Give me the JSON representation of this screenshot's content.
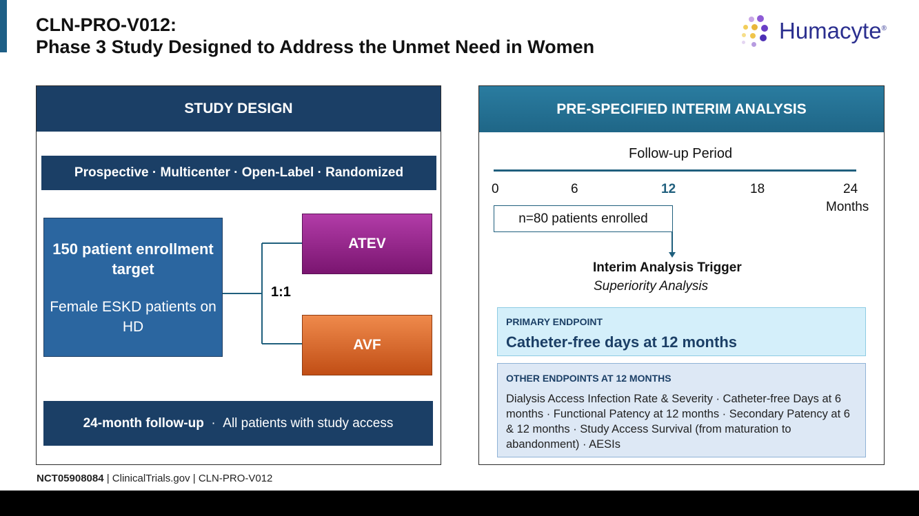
{
  "header": {
    "title_line1": "CLN-PRO-V012:",
    "title_line2": "Phase 3 Study Designed to Address the Unmet Need in Women",
    "logo_text": "Humacyte",
    "logo_reg": "®"
  },
  "study_design": {
    "heading": "STUDY DESIGN",
    "types": "Prospective · Multicenter · Open-Label · Randomized",
    "enrollment_target": "150 patient enrollment target",
    "population": "Female ESKD patients on HD",
    "ratio": "1:1",
    "arm1": "ATEV",
    "arm2": "AVF",
    "followup_bold": "24-month follow-up",
    "followup_separator": "  ·  ",
    "followup_rest": "All patients with study access"
  },
  "interim": {
    "heading": "PRE-SPECIFIED INTERIM ANALYSIS",
    "period_title": "Follow-up Period",
    "ticks": [
      "0",
      "6",
      "12",
      "18",
      "24"
    ],
    "unit": "Months",
    "enrolled": "n=80 patients enrolled",
    "trigger_title": "Interim Analysis Trigger",
    "trigger_subtitle": "Superiority Analysis",
    "primary_label": "PRIMARY ENDPOINT",
    "primary_text": "Catheter-free days at 12 months",
    "other_label": "OTHER ENDPOINTS AT 12 MONTHS",
    "other_text": "Dialysis Access Infection Rate & Severity · Catheter-free Days at 6 months · Functional Patency at 12 months · Secondary Patency at 6 & 12 months · Study Access Survival (from maturation to abandonment) · AESIs"
  },
  "footer": {
    "nct": "NCT05908084",
    "rest": " | ClinicalTrials.gov | CLN-PRO-V012"
  },
  "colors": {
    "navy": "#1b3f66",
    "teal": "#1f6687",
    "atev": "#9a2a8f",
    "avf": "#d9642a",
    "brand": "#2b2f8f"
  }
}
